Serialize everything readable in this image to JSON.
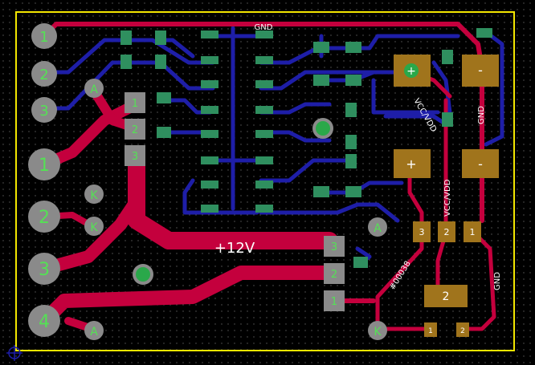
{
  "colors": {
    "background": "#000000",
    "grid_dot": "#5a5a5a",
    "board_outline": "#f2e600",
    "top_copper": "#c4003d",
    "bottom_copper": "#1e1ea8",
    "pad": "#8a8a8a",
    "smd_pad": "#a0741c",
    "via": "#2aa84a",
    "pad_label": "#55e055",
    "silk_text": "#ffffff"
  },
  "labels": {
    "gnd_top": "GND",
    "gnd_right": "GND",
    "gnd_bottom_right": "GND",
    "vcc_upper": "VCC/VDD",
    "vcc_lower": "VCC/VDD",
    "plus12v": "+12V",
    "part_number": "#00038"
  },
  "connector_left_top": {
    "pins": [
      "1",
      "2",
      "3"
    ]
  },
  "connector_left_bottom": {
    "pins": [
      "1",
      "2",
      "3",
      "4"
    ]
  },
  "header_a": {
    "pins": [
      "1",
      "2",
      "3"
    ]
  },
  "header_b": {
    "pins": [
      "3",
      "2",
      "1"
    ]
  },
  "regulator": {
    "pins": [
      "3",
      "2",
      "1"
    ],
    "tab": "2"
  },
  "led_pads": {
    "a1": "A",
    "k1": "K",
    "k2": "K",
    "a2": "A",
    "a3": "A",
    "k3": "K"
  },
  "power_pads": {
    "plus_top": "+",
    "minus_top": "-",
    "plus_mid": "+",
    "minus_mid": "-"
  },
  "small_pads": [
    "1",
    "2"
  ]
}
